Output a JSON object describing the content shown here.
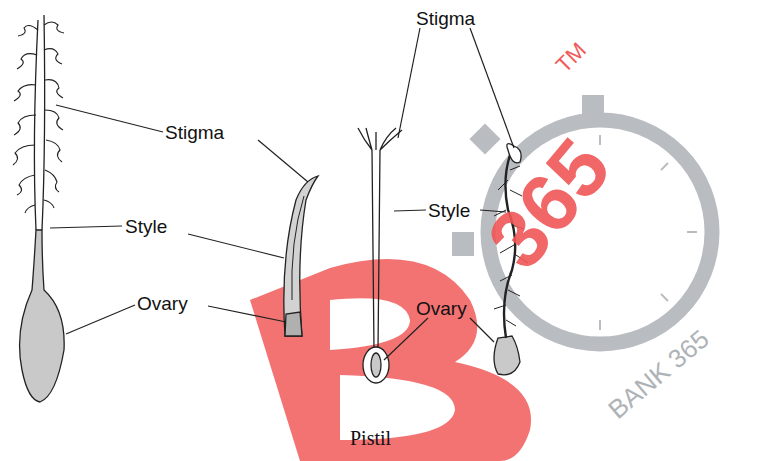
{
  "diagram": {
    "caption": "Pistil",
    "labels": [
      "Stigma",
      "Stigma",
      "Style",
      "Style",
      "Ovary",
      "Ovary",
      "TM",
      "365",
      "BANK 365"
    ]
  }
}
